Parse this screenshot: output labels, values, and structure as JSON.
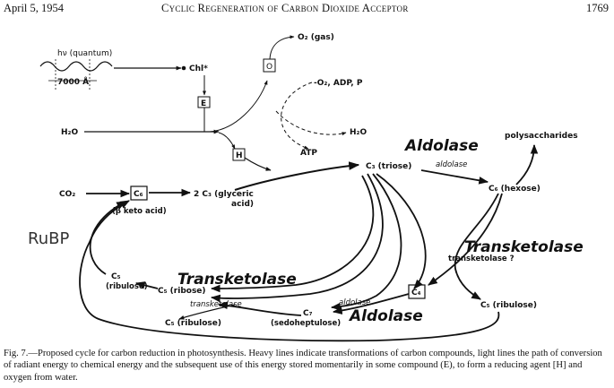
{
  "header": {
    "date": "April 5, 1954",
    "title": "Cyclic Regeneration of Carbon Dioxide Acceptor",
    "page_number": "1769"
  },
  "labels": {
    "hv": "hν (quantum)",
    "wavelength": "7000 Å",
    "chl": "Chl*",
    "o_box": "O",
    "o2_gas": "O₂ (gas)",
    "e_box": "E",
    "o2_adp": "-O₂, ADP, P",
    "h2o_left": "H₂O",
    "h2o_right": "H₂O",
    "h_box": "H",
    "atp": "ATP",
    "c3_triose": "C₃ (triose)",
    "aldolase_small_top": "aldolase",
    "c6_hexose": "C₆ (hexose)",
    "polysaccharides": "polysaccharides",
    "co2": "CO₂",
    "c6_box": "C₆",
    "beta_keto": "(β keto acid)",
    "glyceric_1": "2 C₃ (glyceric",
    "glyceric_2": "acid)",
    "transketolase_q": "transketolase ?",
    "c4_box": "C₄",
    "c5_ribulose_right": "C₅ (ribulose)",
    "c7": "C₇",
    "sedoheptulose": "(sedoheptulose)",
    "aldolase_small_mid": "aldolase",
    "transketolase_small": "transketolase",
    "c5_ribose": "C₅ (ribose)",
    "c5_ribulose_left": "C₅",
    "ribulose_left": "(ribulose)",
    "c5_ribulose_bottom": "C₅ (ribulose)"
  },
  "annotations": {
    "aldolase_top": "Aldolase",
    "transketolase_right": "Transketolase",
    "transketolase_left": "Transketolase",
    "aldolase_bottom": "Aldolase",
    "rubp": "RuBP",
    "accent_color": "#6a4c93"
  },
  "caption": "Fig. 7.—Proposed cycle for carbon reduction in photosynthesis. Heavy lines indicate transformations of carbon compounds, light lines the path of conversion of radiant energy to chemical energy and the subsequent use of this energy stored momentarily in some compound (E), to form a reducing agent [H] and oxygen from water."
}
